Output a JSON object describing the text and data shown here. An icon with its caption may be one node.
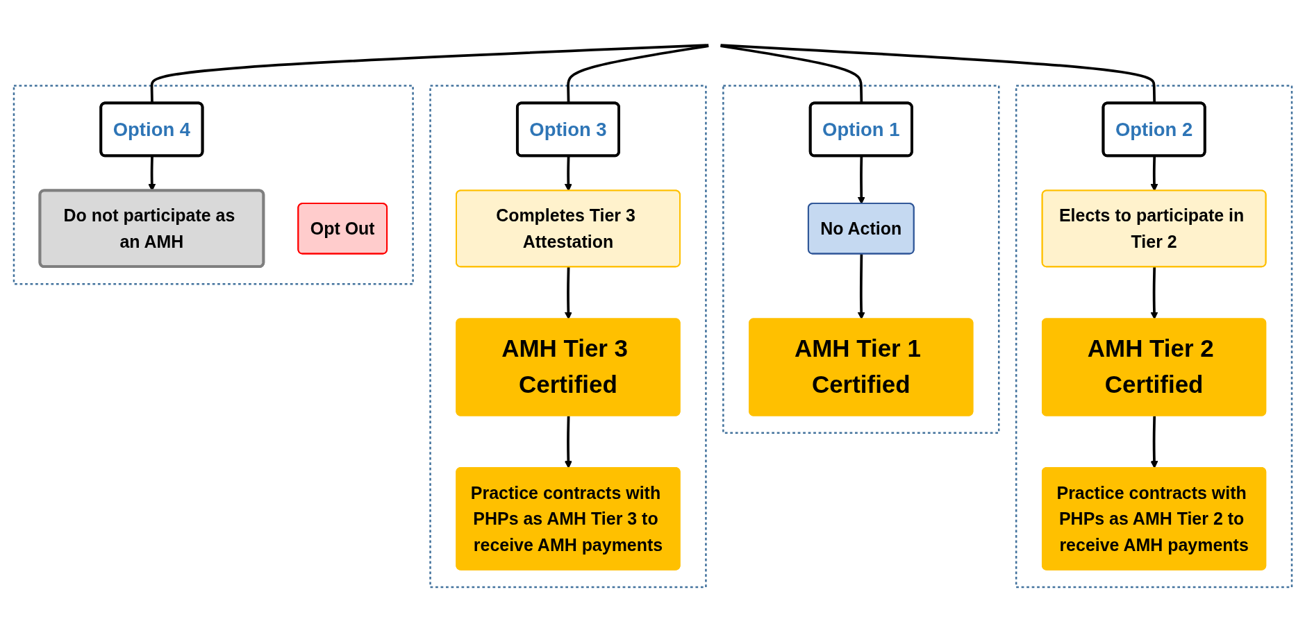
{
  "diagram": {
    "nodes": [
      {
        "text": [],
        "shape": "box"
      },
      {
        "text": [
          "Option 1"
        ],
        "in": 0
      },
      {
        "text": [
          "No Action"
        ],
        "in": 0
      },
      {
        "text": [
          "AMH Tier 1 Certified"
        ],
        "in": 0
      },
      {
        "text": [],
        "shape": "box"
      },
      {
        "text": [
          "Option 2"
        ],
        "in": 4
      },
      {
        "text": [
          "Elects to participate in Tier 2"
        ],
        "in": 4
      },
      {
        "text": [
          "AMH Tier 2 Certified"
        ],
        "in": 4
      },
      {
        "text": [
          "Practice contracts with PHPs as AMH Tier 2 to receive AMH payments"
        ],
        "in": 4
      },
      {
        "text": [],
        "shape": "box"
      },
      {
        "text": [
          "Option 3"
        ],
        "in": 9
      },
      {
        "text": [
          "Completes Tier 3 Attestation"
        ],
        "in": 9
      },
      {
        "text": [
          "AMH Tier 3 Certified"
        ],
        "in": 9
      },
      {
        "text": [
          "Practice contracts with PHPs as AMH Tier 3 to receive AMH payments"
        ],
        "in": 9
      },
      {
        "text": [],
        "shape": "box"
      },
      {
        "text": [
          "Option 4"
        ],
        "in": 14
      },
      {
        "text": [
          "Do not participate as an AMH"
        ],
        "in": 14
      },
      {
        "text": [
          "Opt Out"
        ],
        "in": 14
      }
    ],
    "edges": [
      {
        "from": null,
        "to": 1,
        "arrow": "none"
      },
      {
        "from": null,
        "to": 5,
        "arrow": "none"
      },
      {
        "from": null,
        "to": 10,
        "arrow": "none"
      },
      {
        "from": null,
        "to": 15,
        "arrow": "none"
      },
      {
        "from": 1,
        "to": 2,
        "arrow": "to"
      },
      {
        "from": 2,
        "to": 3,
        "arrow": "to"
      },
      {
        "from": 5,
        "to": 6,
        "arrow": "to"
      },
      {
        "from": 6,
        "to": 7,
        "arrow": "to"
      },
      {
        "from": 7,
        "to": 8,
        "arrow": "to"
      },
      {
        "from": 10,
        "to": 11,
        "arrow": "to"
      },
      {
        "from": 11,
        "to": 12,
        "arrow": "to"
      },
      {
        "from": 12,
        "to": 13,
        "arrow": "to"
      },
      {
        "from": 15,
        "to": 16,
        "arrow": "to"
      }
    ]
  }
}
